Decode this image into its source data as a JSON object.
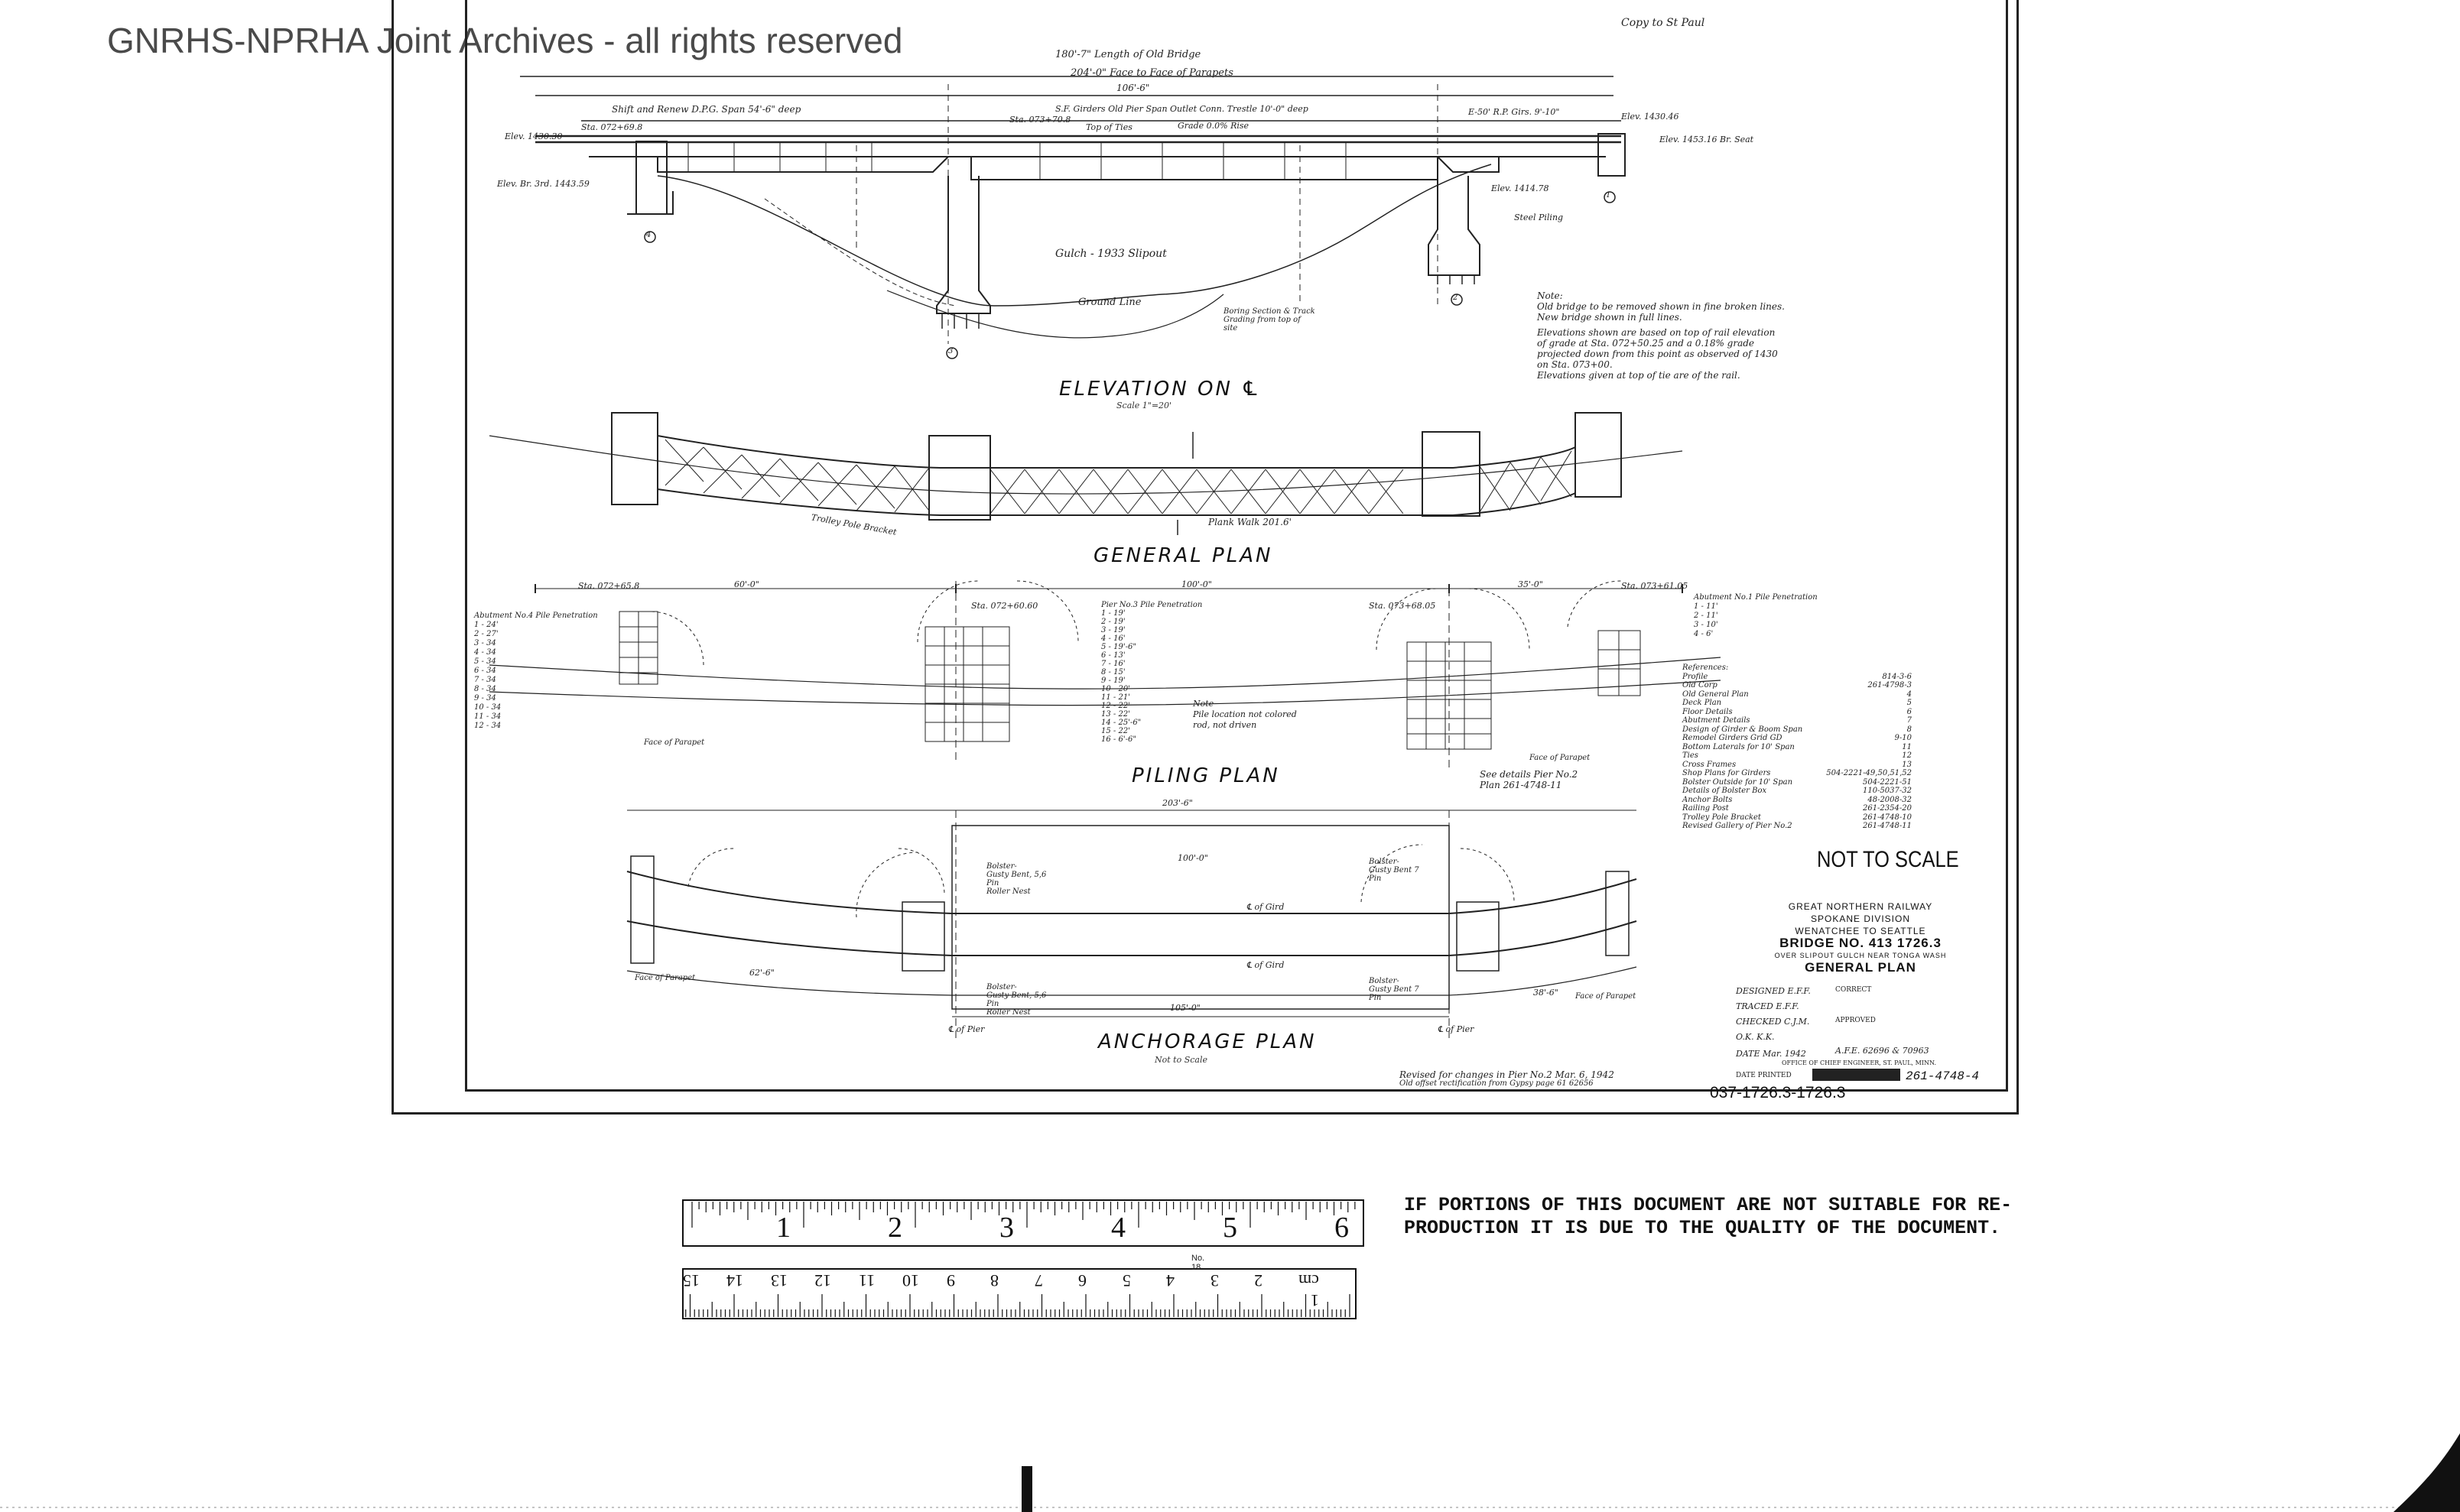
{
  "watermark": "GNRHS-NPRHA Joint Archives - all rights reserved",
  "corner_note": "Copy to St Paul",
  "elevation": {
    "title": "ELEVATION ON ℄",
    "scale": "Scale 1\"=20'",
    "dims": {
      "old_bridge": "180'-7\" Length of Old Bridge",
      "face_to_face": "204'-0\" Face to Face of Parapets",
      "span": "106'-6\"",
      "spans_left": "Shift and Renew D.P.G. Span 54'-6\" deep",
      "spans_right": "S.F. Girders Old Pier Span Outlet Conn. Trestle 10'-0\" deep",
      "right_span": "E-50' R.P. Girs. 9'-10\"",
      "station_left": "Sta. 072+69.8",
      "station_mid": "Sta. 073+70.8",
      "elev_left": "Elev. 1430.30",
      "elev_right": "Elev. 1430.46",
      "grade": "Grade 0.0% Rise",
      "top_of_ties": "Top of Ties",
      "elev_br_left": "Elev. Br. 3rd. 1443.59",
      "elev_br_right": "Elev. 1453.16 Br. Seat",
      "elev_pier": "Elev. 1414.78",
      "gulch": "Gulch - 1933 Slipout",
      "ground": "Ground Line",
      "steel_piling": "Steel Piling",
      "rock": "Boring Section & Track Grading from top of site"
    },
    "notes": [
      "Note:",
      "Old bridge to be removed shown in fine broken lines.",
      "New bridge shown in full lines.",
      "Elevations shown are based on top of rail elevation",
      "of grade at Sta. 072+50.25 and a 0.18% grade",
      "projected down from this point as observed of 1430",
      "on Sta. 073+00.",
      "Elevations given at top of tie are of the rail."
    ],
    "markers": [
      "4",
      "3",
      "2",
      "1"
    ]
  },
  "general_plan": {
    "title": "GENERAL PLAN",
    "plank_walk": "Plank Walk 201.6'",
    "trolley": "Trolley Pole Bracket"
  },
  "piling_plan": {
    "title": "PILING PLAN",
    "abut4_title": "Abutment No.4  Pile Penetration",
    "abut4_rows": [
      "1 - 24'",
      "2 - 27'",
      "3 - 34",
      "4 - 34",
      "5 - 34",
      "6 - 34",
      "7 - 34",
      "8 - 34",
      "9 - 34",
      "10 - 34",
      "11 - 34",
      "12 - 34"
    ],
    "pier3_title": "Pier No.3  Pile Penetration",
    "pier3_rows": [
      "1 - 19'",
      "2 - 19'",
      "3 - 19'",
      "4 - 16'",
      "5 - 19'-6\"",
      "6 - 13'",
      "7 - 16'",
      "8 - 15'",
      "9 - 19'",
      "10 - 20'",
      "11 - 21'",
      "12 - 22'",
      "13 - 22'",
      "14 - 25'-6\"",
      "15 - 22'",
      "16 - 6'-6\""
    ],
    "abut1_title": "Abutment No.1  Pile Penetration",
    "abut1_rows": [
      "1 - 11'",
      "2 - 11'",
      "3 - 10'",
      "4 - 6'"
    ],
    "sta_left": "Sta. 072+65.8",
    "sta_p3": "Sta. 072+60.60",
    "sta_p2": "Sta. 073+68.05",
    "sta_right": "Sta. 073+61.05",
    "dim_left": "60'-0\"",
    "dim_mid": "100'-0\"",
    "dim_right": "35'-0\"",
    "note": "Note\nPile location not colored\nrod, not driven",
    "see_details": "See details Pier No.2\nPlan 261-4748-11",
    "face": "Face of Parapet"
  },
  "references": {
    "title": "References:",
    "items": [
      [
        "Profile",
        "814-3-6"
      ],
      [
        "Old Corp",
        "261-4798-3"
      ],
      [
        "Old General Plan",
        "4"
      ],
      [
        "Deck Plan",
        "5"
      ],
      [
        "Floor Details",
        "6"
      ],
      [
        "Abutment Details",
        "7"
      ],
      [
        "Design of Girder & Boom Span",
        "8"
      ],
      [
        "Remodel Girders Grid GD",
        "9-10"
      ],
      [
        "Bottom Laterals for 10' Span",
        "11"
      ],
      [
        "Ties",
        "12"
      ],
      [
        "Cross Frames",
        "13"
      ],
      [
        "Shop Plans for Girders",
        "504-2221-49,50,51,52"
      ],
      [
        "Bolster Outside for 10' Span",
        "504-2221-51"
      ],
      [
        "Details of Bolster Box",
        "110-5037-32"
      ],
      [
        "Anchor Bolts",
        "48-2008-32"
      ],
      [
        "Railing Post",
        "261-2354-20"
      ],
      [
        "Trolley Pole Bracket",
        "261-4748-10"
      ],
      [
        "Revised Gallery of Pier No.2",
        "261-4748-11"
      ]
    ]
  },
  "anchorage_plan": {
    "title": "ANCHORAGE PLAN",
    "scale": "Not to Scale",
    "dim_top": "203'-6\"",
    "dim_inner": "100'-0\"",
    "dim_bottom": "105'-0\"",
    "dim_left": "62'-6\"",
    "dim_right": "38'-6\"",
    "bolster_left": "Bolster-\nGusty Bent, 5,6\nPin\nRoller Nest",
    "bolster_right": "Bolster-\nGusty Bent 7\nPin",
    "cl_gird": "℄ of Gird",
    "cl_pier": "℄ of Pier",
    "face": "Face of Parapet"
  },
  "not_to_scale": "NOT TO SCALE",
  "title_block": {
    "railway": "GREAT NORTHERN RAILWAY",
    "division": "SPOKANE DIVISION",
    "line": "WENATCHEE TO SEATTLE",
    "bridge": "BRIDGE NO. 413 1726.3",
    "location": "OVER SLIPOUT GULCH NEAR TONGA WASH",
    "sheet": "GENERAL PLAN",
    "designed": "DESIGNED E.F.F.",
    "traced": "TRACED E.F.F.",
    "checked": "CHECKED C.J.M.",
    "ok": "O.K.  K.K.",
    "date": "DATE Mar. 1942",
    "afe": "A.F.E. 62696 & 70963",
    "correct": "CORRECT",
    "approved": "APPROVED",
    "office": "OFFICE OF CHIEF ENGINEER, ST. PAUL, MINN.",
    "date_printed": "DATE PRINTED",
    "drawing_no": "261-4748-4"
  },
  "revised": "Revised for changes in Pier No.2  Mar. 6, 1942",
  "revised2": "Old offset rectification from Gypsy page 61 62656",
  "file_no": "037-1726.3-1726.3",
  "disclaimer": [
    "IF PORTIONS OF THIS DOCUMENT ARE NOT SUITABLE FOR RE-",
    "PRODUCTION IT IS DUE TO THE QUALITY OF THE DOCUMENT."
  ],
  "ruler": {
    "inch_labels": [
      "1",
      "2",
      "3",
      "4",
      "5",
      "6"
    ],
    "cm_labels": [
      "1 cm",
      "2",
      "3",
      "4",
      "5",
      "6",
      "7",
      "8",
      "9",
      "10",
      "11",
      "12",
      "13",
      "14",
      "15"
    ],
    "model_no": "No. 18"
  }
}
